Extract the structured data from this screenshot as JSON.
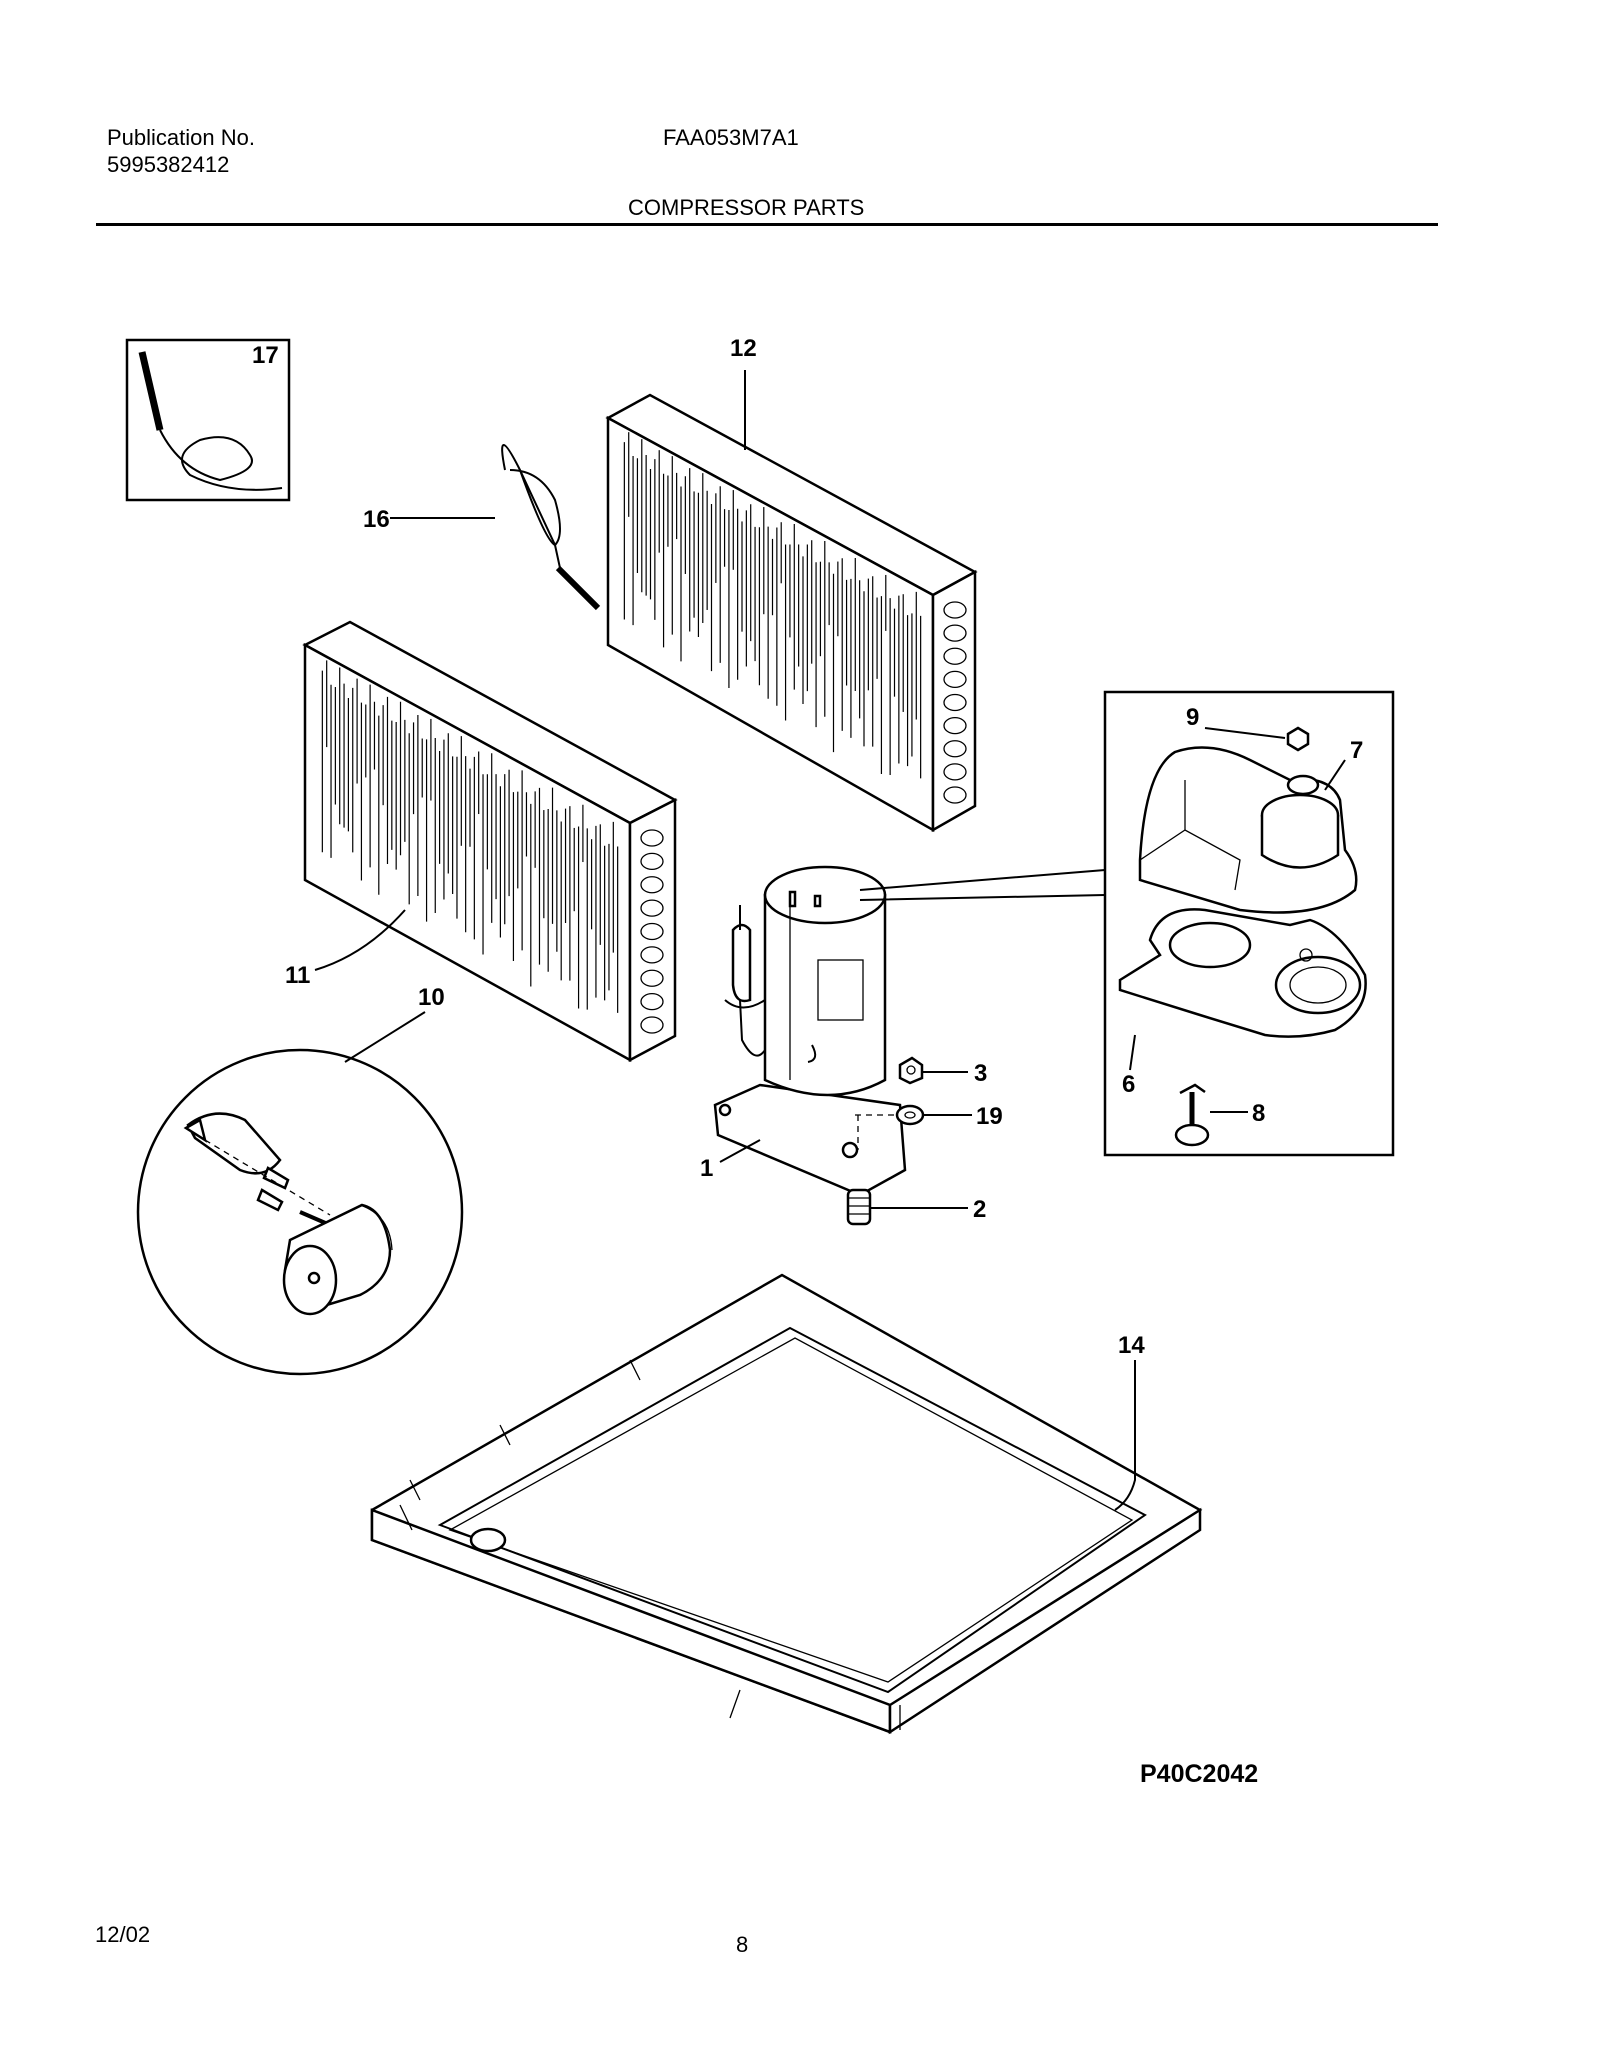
{
  "header": {
    "publication_label": "Publication No.",
    "publication_number": "5995382412",
    "model": "FAA053M7A1",
    "section_title": "COMPRESSOR PARTS"
  },
  "diagram": {
    "reference_code": "P40C2042",
    "callouts": {
      "c1": "1",
      "c2": "2",
      "c3": "3",
      "c6": "6",
      "c7": "7",
      "c8": "8",
      "c9": "9",
      "c10": "10",
      "c11": "11",
      "c12": "12",
      "c14": "14",
      "c16": "16",
      "c17": "17",
      "c19": "19"
    }
  },
  "footer": {
    "date": "12/02",
    "page_number": "8"
  }
}
